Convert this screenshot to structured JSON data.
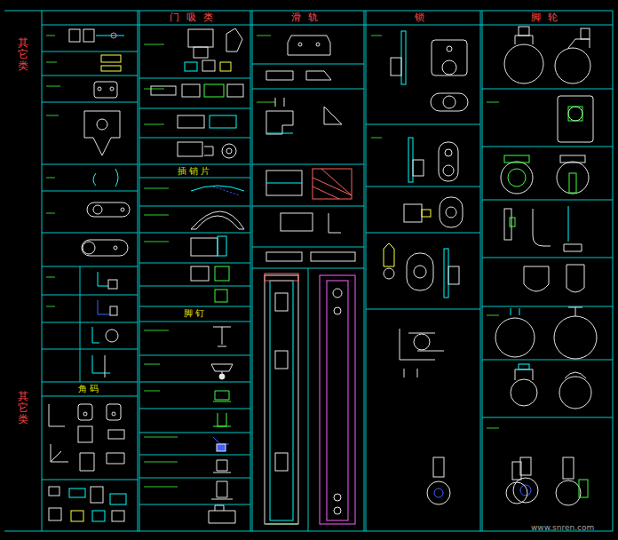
{
  "diagram": {
    "nodes": [
      {
        "text": [
          "其它类",
          "其它类"
        ]
      },
      {
        "text": [
          "门吸类"
        ]
      },
      {
        "text": [
          "滑轨"
        ]
      },
      {
        "text": [
          "锁"
        ]
      },
      {
        "text": [
          "脚轮"
        ]
      }
    ],
    "labels": [
      "插销片",
      "脚钉",
      "角码",
      "www.snren.com"
    ]
  }
}
